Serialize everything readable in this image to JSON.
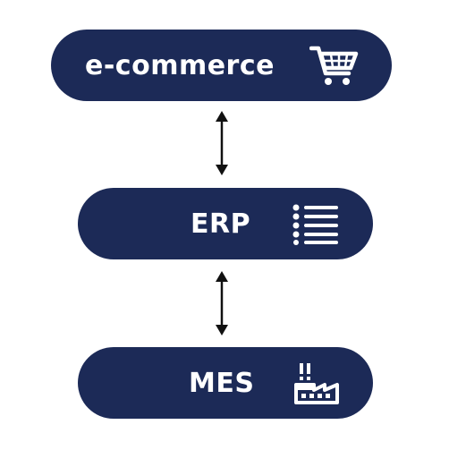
{
  "nodes": [
    {
      "label": "e-commerce",
      "icon": "shopping-cart-icon"
    },
    {
      "label": "ERP",
      "icon": "list-icon"
    },
    {
      "label": "MES",
      "icon": "factory-icon"
    }
  ],
  "connectors": [
    {
      "from": "e-commerce",
      "to": "ERP",
      "type": "bidirectional"
    },
    {
      "from": "ERP",
      "to": "MES",
      "type": "bidirectional"
    }
  ],
  "colors": {
    "node_fill": "#1c2a57",
    "node_text": "#ffffff",
    "arrow": "#111111",
    "background": "#ffffff"
  }
}
